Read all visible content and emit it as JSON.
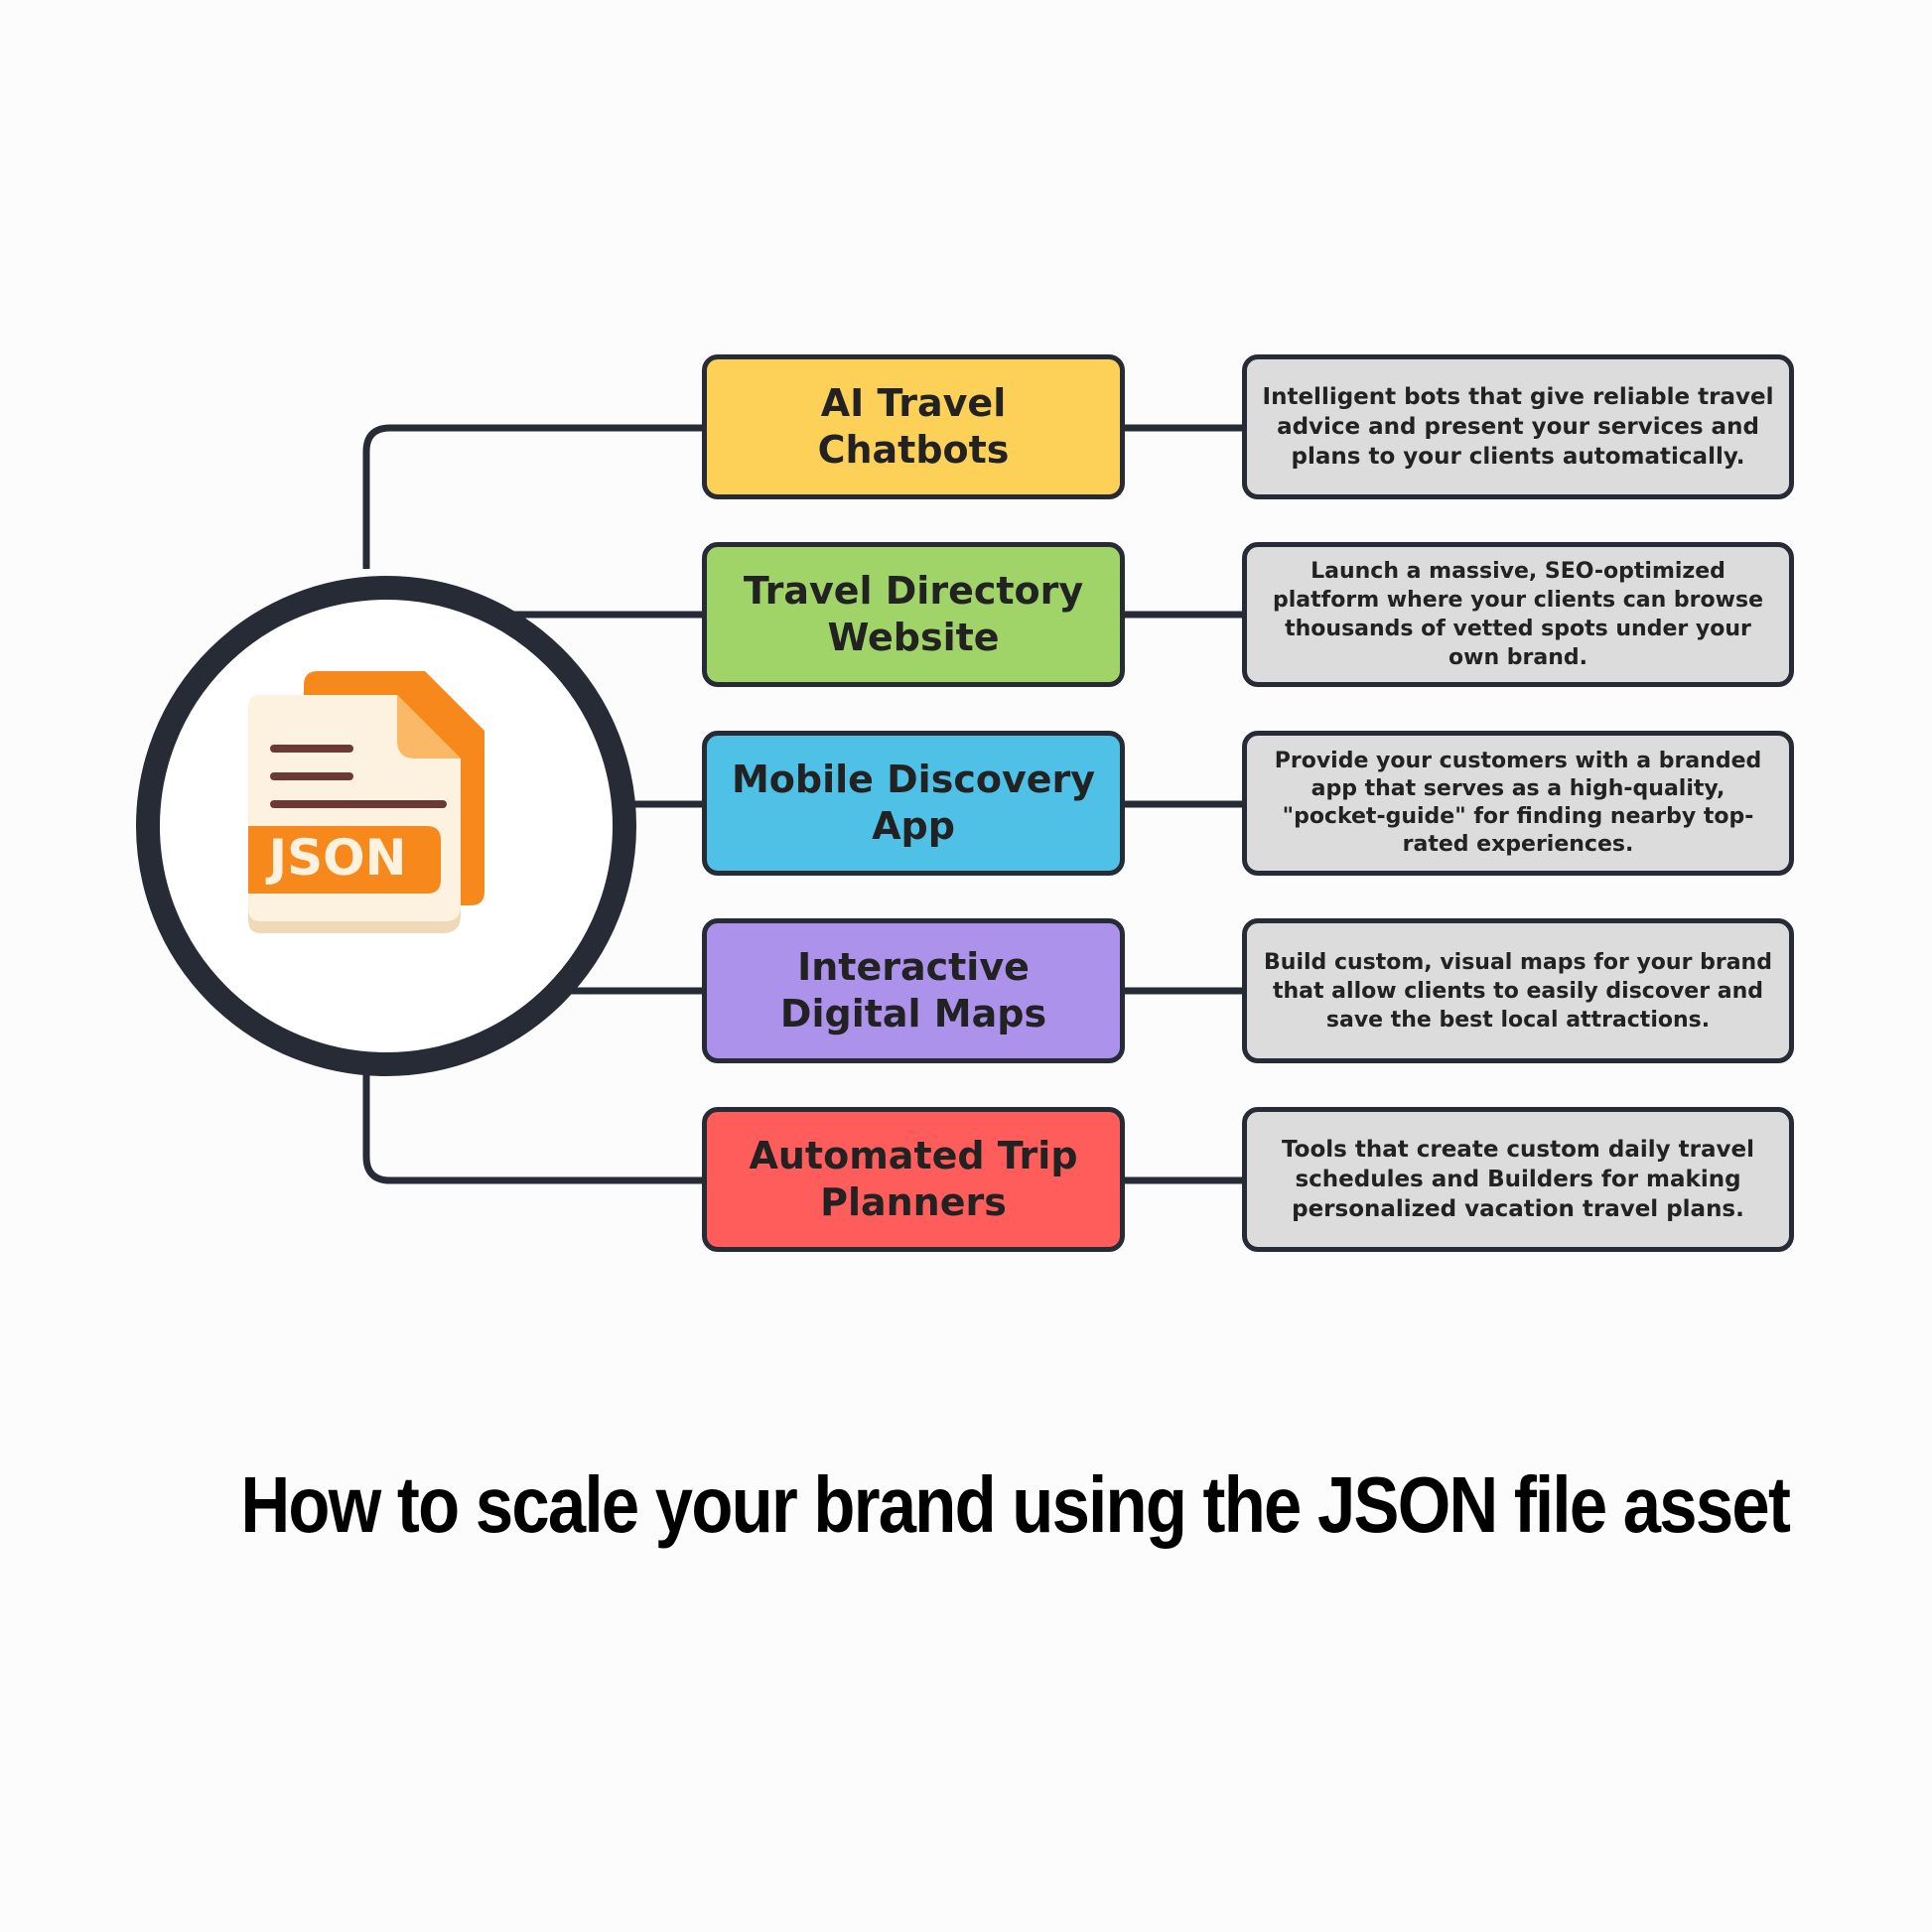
{
  "colors": {
    "outline": "#262b35",
    "background": "#fcfcfc",
    "description_fill": "#dcdcdc",
    "icon_orange": "#f7891c",
    "icon_light_orange": "#fbb866",
    "icon_cream": "#fdf1e0",
    "icon_lines": "#6b3a34"
  },
  "hub": {
    "icon": "json-file-icon",
    "icon_label": "JSON"
  },
  "items": [
    {
      "label": "AI Travel Chatbots",
      "color": "#fdd058",
      "description": "Intelligent bots that give reliable travel advice and present your services and plans to your clients automatically."
    },
    {
      "label": "Travel Directory Website",
      "color": "#a1d468",
      "description": "Launch a massive, SEO-optimized platform where your clients can browse thousands of vetted spots under your own brand."
    },
    {
      "label": "Mobile Discovery App",
      "color": "#4fc1e6",
      "description": "Provide your customers with a branded app that serves as a high-quality, \"pocket-guide\" for finding nearby top-rated experiences."
    },
    {
      "label": "Interactive Digital Maps",
      "color": "#ac92eb",
      "description": "Build custom, visual maps for your brand that allow clients to easily discover and save the best local attractions."
    },
    {
      "label": "Automated Trip Planners",
      "color": "#ff5d5c",
      "description": "Tools that create custom daily travel schedules and Builders for making personalized vacation travel plans."
    }
  ],
  "title": "How to scale your brand using the JSON file asset"
}
